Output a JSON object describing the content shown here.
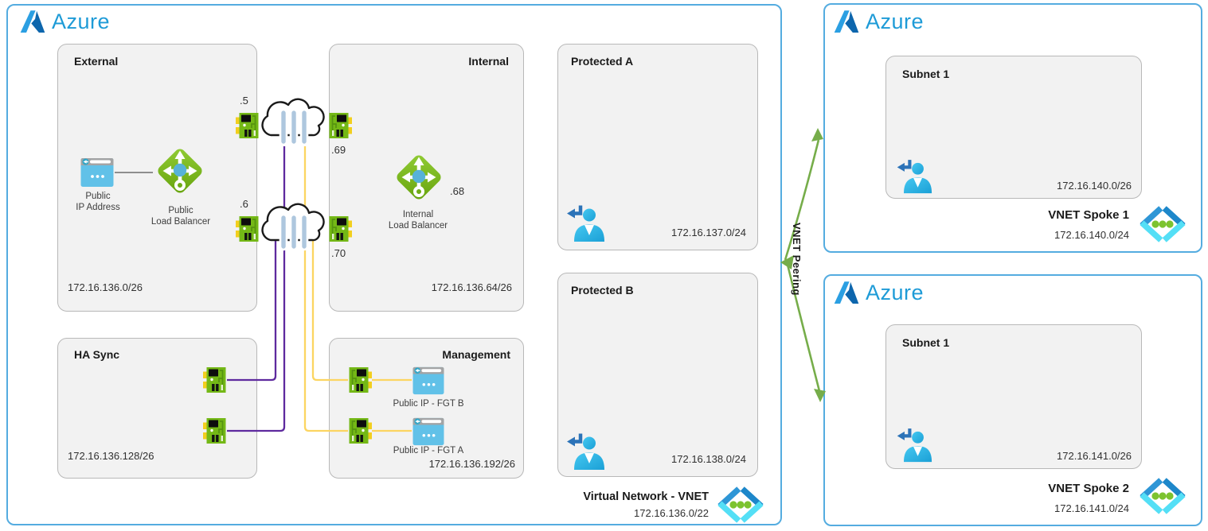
{
  "hub": {
    "logo_text": "Azure",
    "external": {
      "title": "External",
      "cidr": "172.16.136.0/26",
      "pip_line1": "Public",
      "pip_line2": "IP Address",
      "lb_line1": "Public",
      "lb_line2": "Load Balancer",
      "nic_top_ip": ".5",
      "nic_bottom_ip": ".6"
    },
    "internal": {
      "title": "Internal",
      "cidr": "172.16.136.64/26",
      "lb_ip": ".68",
      "lb_line1": "Internal",
      "lb_line2": "Load Balancer",
      "nic_top_ip": ".69",
      "nic_bottom_ip": ".70"
    },
    "protected_a": {
      "title": "Protected A",
      "cidr": "172.16.137.0/24"
    },
    "protected_b": {
      "title": "Protected B",
      "cidr": "172.16.138.0/24"
    },
    "ha_sync": {
      "title": "HA Sync",
      "cidr": "172.16.136.128/26"
    },
    "management": {
      "title": "Management",
      "cidr": "172.16.136.192/26",
      "pip_b_label": "Public IP - FGT B",
      "pip_a_label": "Public IP - FGT A"
    },
    "vnet_title": "Virtual Network - VNET",
    "vnet_cidr": "172.16.136.0/22"
  },
  "peering": {
    "label": "VNET Peering"
  },
  "spoke1": {
    "logo_text": "Azure",
    "subnet_title": "Subnet 1",
    "subnet_cidr": "172.16.140.0/26",
    "name": "VNET Spoke 1",
    "cidr": "172.16.140.0/24"
  },
  "spoke2": {
    "logo_text": "Azure",
    "subnet_title": "Subnet 1",
    "subnet_cidr": "172.16.141.0/26",
    "name": "VNET Spoke 2",
    "cidr": "172.16.141.0/24"
  },
  "colors": {
    "azure_text": "#1e9bd7",
    "outer_border": "#54ace0",
    "subnet_fill": "#f2f2f2",
    "subnet_border": "#b8b8b8",
    "nic_green": "#74b816",
    "nic_tab_yellow": "#f2cf1e",
    "lb_green": "#7ab417",
    "lb_center_blue": "#57b2d8",
    "line_purple": "#5e2a9e",
    "line_yellow": "#fcd561",
    "peering_green": "#76ad4a",
    "person_blue": "#29b4e6",
    "person_arrow_blue": "#2c73b8",
    "vnet_icon_blue": "#2e96d6",
    "vnet_icon_cyan": "#54dff6",
    "vnet_icon_dot": "#7cc32f",
    "cloud_bar": "#aec7de"
  }
}
